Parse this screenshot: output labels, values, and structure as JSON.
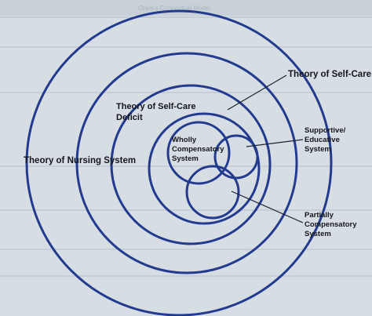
{
  "diagram": {
    "background_text": {
      "header": "Orem's Conceptual Model"
    },
    "labels": {
      "theory_of_self_care": "Theory of Self-Care",
      "self_care_deficit_line1": "Theory of Self-Care",
      "self_care_deficit_line2": "Deficit",
      "nursing_system": "Theory of Nursing System",
      "wholly_line1": "Wholly",
      "wholly_line2": "Compensatory",
      "wholly_line3": "System",
      "supportive_line1": "Supportive/",
      "supportive_line2": "Educative",
      "supportive_line3": "System",
      "partially_line1": "Partially",
      "partially_line2": "Compensatory",
      "partially_line3": "System"
    },
    "colors": {
      "ring": "#233b8f",
      "text": "#15161c",
      "page": "#d6dde3"
    }
  }
}
